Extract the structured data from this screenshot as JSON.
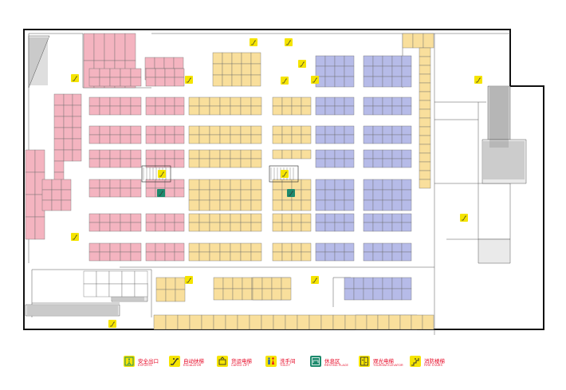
{
  "colors": {
    "zone_pink": "#f4b4c0",
    "zone_yellow": "#f9df9c",
    "zone_blue": "#b6bbe8",
    "outline": "#111111",
    "facility_yellow": "#f5e400",
    "facility_green": "#1d8a6d",
    "legend_text": "#e6001f"
  },
  "legend": [
    {
      "icon": "exit-icon",
      "cn": "安全出口",
      "en": "EXPORTS",
      "color": "#f5e400"
    },
    {
      "icon": "escalator-icon",
      "cn": "自动扶梯",
      "en": "ESCALATOR",
      "color": "#f5e400"
    },
    {
      "icon": "cargo-lift-icon",
      "cn": "货运电梯",
      "en": "CARGO LIFT",
      "color": "#f5e400"
    },
    {
      "icon": "toilet-icon",
      "cn": "洗手间",
      "en": "TOILET",
      "color": "#f5e400"
    },
    {
      "icon": "rest-area-icon",
      "cn": "休息区",
      "en": "RESTING PLACE",
      "color": "#1d8a6d"
    },
    {
      "icon": "sightseeing-elevator-icon",
      "cn": "观光电梯",
      "en": "TOURISM ELEVATOR",
      "color": "#f5e400"
    },
    {
      "icon": "fire-stairs-icon",
      "cn": "消防楼梯",
      "en": "FIRE STAIRS",
      "color": "#f5e400"
    }
  ]
}
